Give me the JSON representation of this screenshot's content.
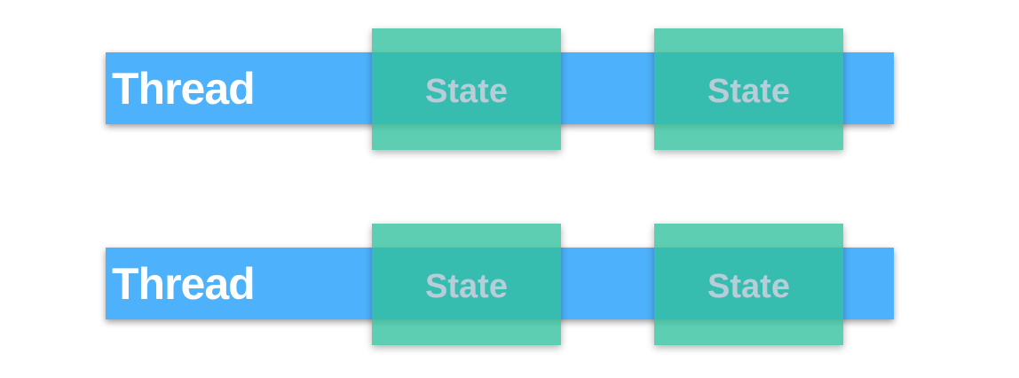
{
  "diagram": {
    "background": "#ffffff",
    "colors": {
      "thread_bar": "#4db2fb",
      "state_box": "rgba(48, 192, 155, 0.78)",
      "thread_text": "#ffffff",
      "state_text": "#b9cdd9"
    },
    "rows": [
      {
        "thread_label": "Thread",
        "states": [
          {
            "label": "State"
          },
          {
            "label": "State"
          }
        ]
      },
      {
        "thread_label": "Thread",
        "states": [
          {
            "label": "State"
          },
          {
            "label": "State"
          }
        ]
      }
    ]
  }
}
